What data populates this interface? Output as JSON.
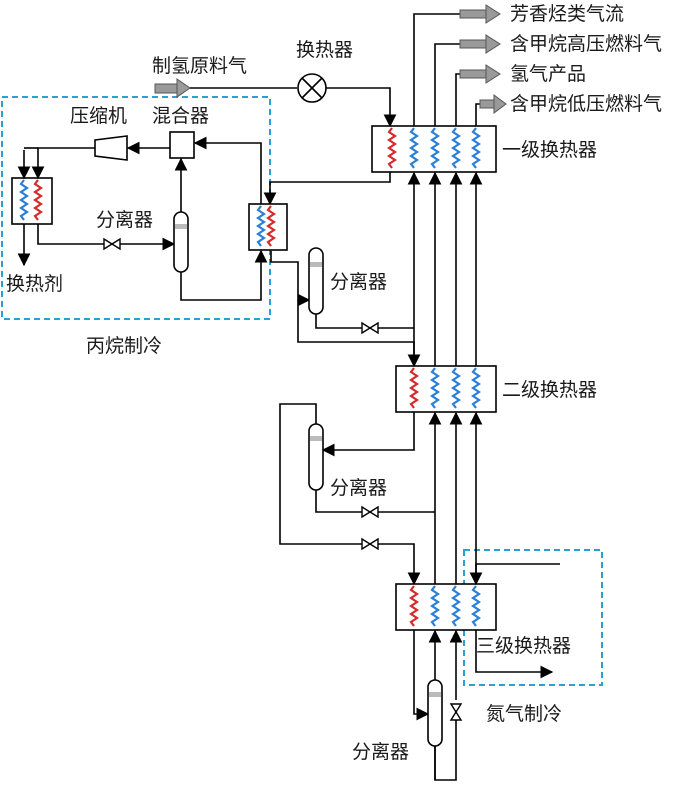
{
  "labels": {
    "hydrogen_feed": "制氢原料气",
    "heat_exchanger_top": "换热器",
    "compressor": "压缩机",
    "mixer": "混合器",
    "separator_propane": "分离器",
    "refrigerant": "换热剂",
    "propane_refrigeration": "丙烷制冷",
    "separator_1": "分离器",
    "separator_2": "分离器",
    "separator_3": "分离器",
    "hx_1": "一级换热器",
    "hx_2": "二级换热器",
    "hx_3": "三级换热器",
    "nitrogen_refrigeration": "氮气制冷"
  },
  "products": [
    "芳香烃类气流",
    "含甲烷高压燃料气",
    "氢气产品",
    "含甲烷低压燃料气"
  ],
  "colors": {
    "refrigeration_box": "#2a9fd6",
    "cold_coil": "#2a7fd6",
    "hot_coil": "#d62a2a",
    "product_arrow": "#9a9a9a"
  }
}
